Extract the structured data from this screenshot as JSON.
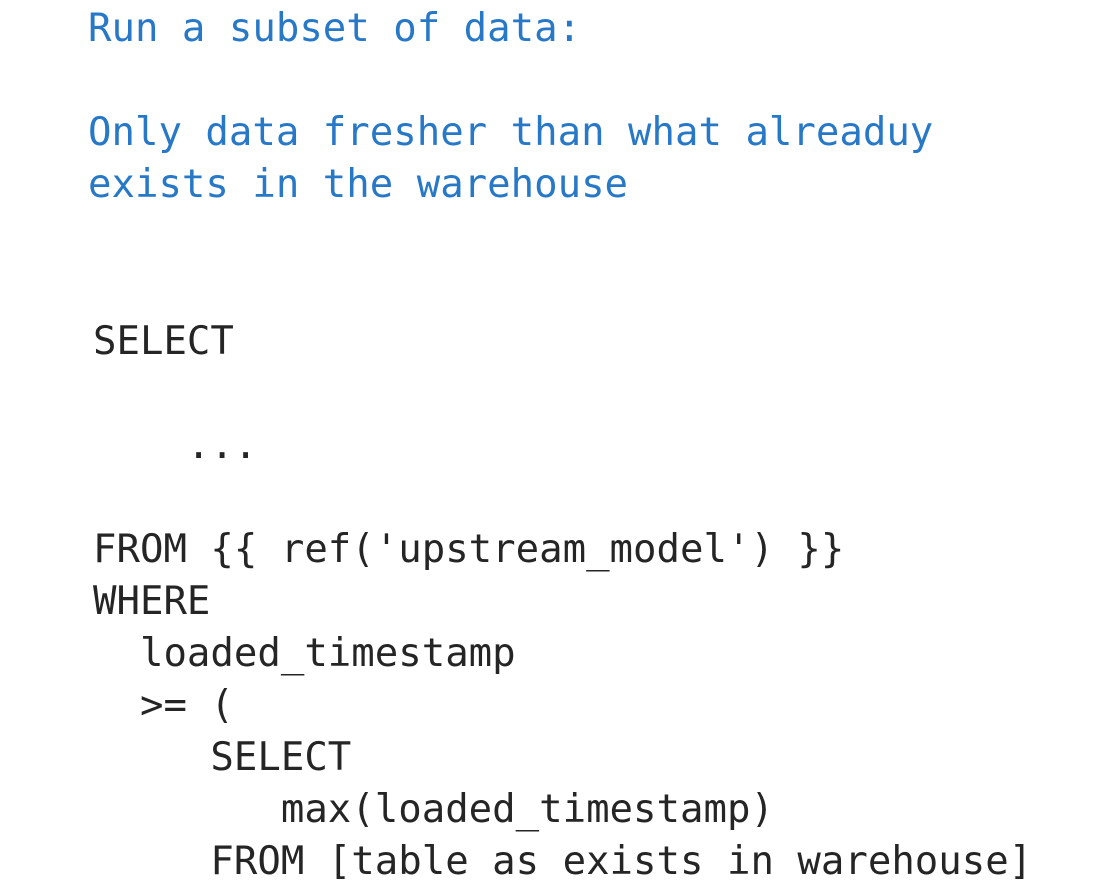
{
  "slide": {
    "heading": "Run a subset of data:",
    "subheading_lines": [
      "Only data fresher than what alreaduy",
      "exists in the warehouse"
    ],
    "code_lines": [
      "SELECT",
      "",
      "    ...",
      "",
      "FROM {{ ref('upstream_model') }}",
      "WHERE",
      "  loaded_timestamp",
      "  >= (",
      "     SELECT",
      "        max(loaded_timestamp)",
      "     FROM [table as exists in warehouse]"
    ],
    "colors": {
      "heading_blue": "#2878c8",
      "code_black": "#252525",
      "background": "#ffffff"
    }
  }
}
